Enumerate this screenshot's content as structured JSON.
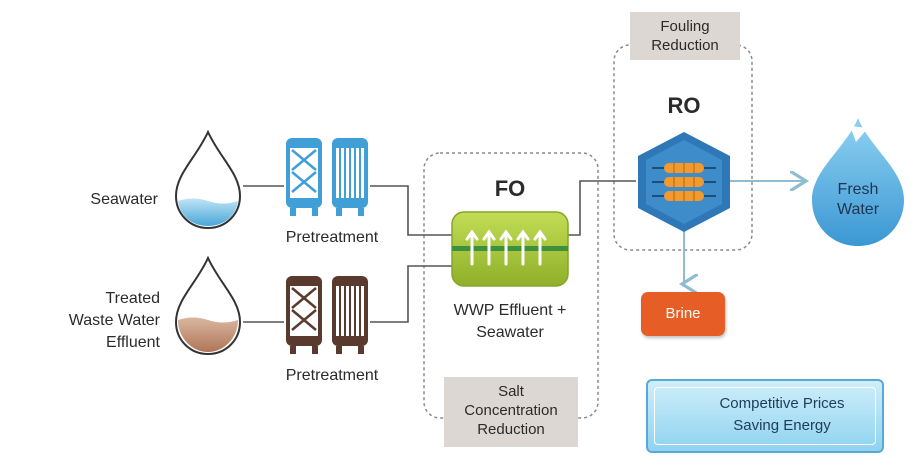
{
  "sources": {
    "seawater": "Seawater",
    "wastewater_line1": "Treated",
    "wastewater_line2": "Waste Water",
    "wastewater_line3": "Effluent"
  },
  "pretreatment": {
    "top_label": "Pretreatment",
    "bottom_label": "Pretreatment"
  },
  "fo": {
    "title": "FO",
    "caption_line1": "WWP Effluent +",
    "caption_line2": "Seawater"
  },
  "ro": {
    "title": "RO"
  },
  "tags": {
    "fouling_line1": "Fouling",
    "fouling_line2": "Reduction",
    "salt_line1": "Salt",
    "salt_line2": "Concentration",
    "salt_line3": "Reduction"
  },
  "brine": "Brine",
  "fresh_water": {
    "line1": "Fresh",
    "line2": "Water"
  },
  "benefits": {
    "line1": "Competitive Prices",
    "line2": "Saving Energy"
  },
  "colors": {
    "seawater_blue": "#3f9fd6",
    "wastewater_brown": "#5a3a2e",
    "fo_green": "#a6c73a",
    "ro_blue": "#2e78b7",
    "ro_orange": "#f29a2e",
    "brine_orange": "#e65e26",
    "fresh_blue": "#56b0e0"
  }
}
